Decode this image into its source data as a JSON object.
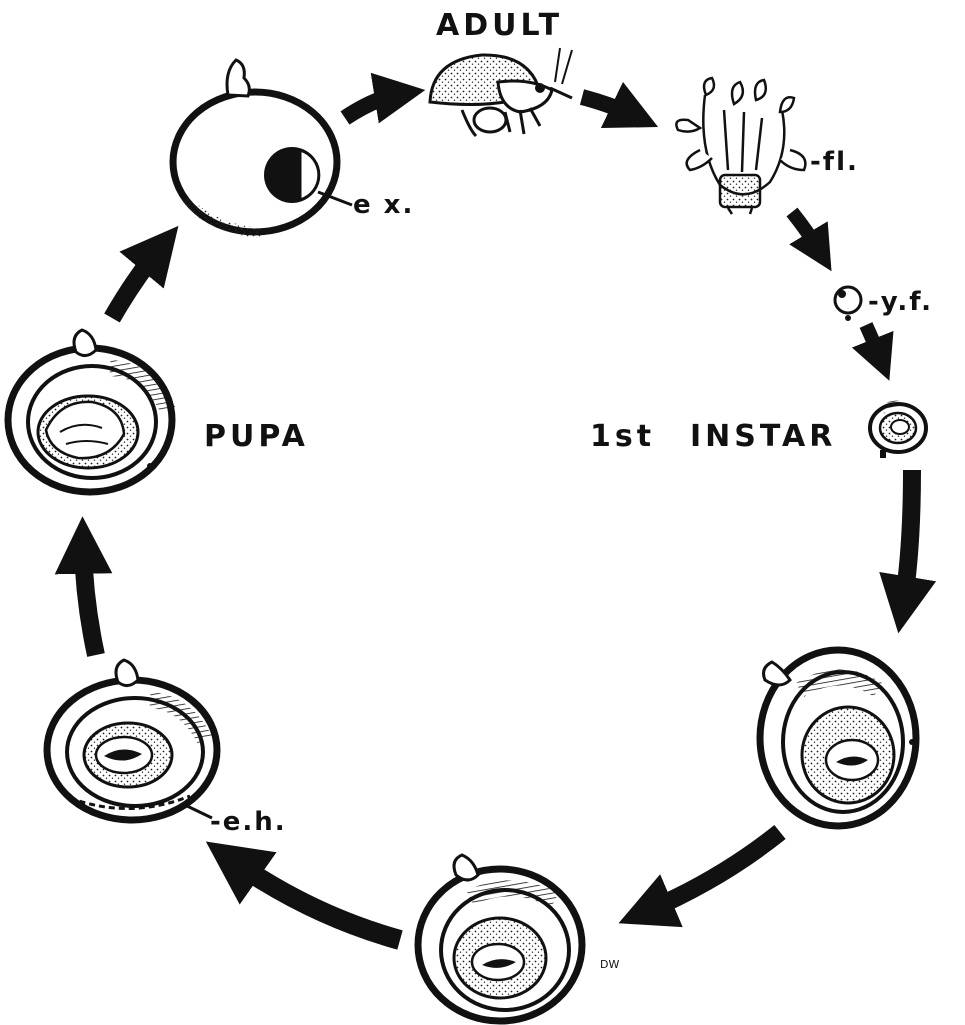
{
  "stages": {
    "adult": "ADULT",
    "first_instar_num": "1st",
    "first_instar_word": "INSTAR",
    "pupa": "PUPA"
  },
  "callouts": {
    "flower": "-fl.",
    "young_fruit": "-y.f.",
    "exit_hole": "e x.",
    "endocarp_hull": "-e.h."
  },
  "signature": "DW"
}
